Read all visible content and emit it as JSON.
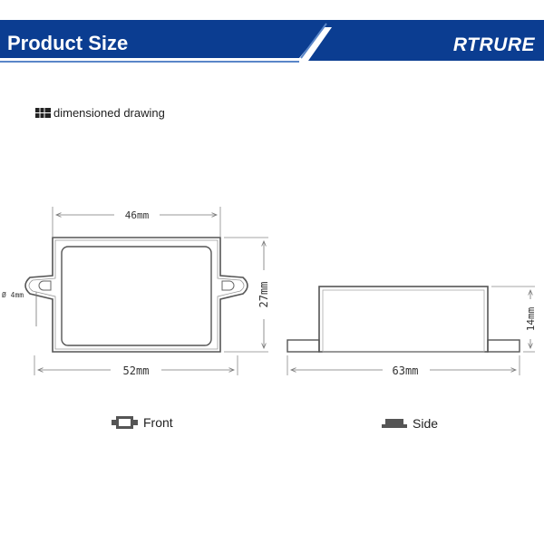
{
  "header": {
    "title": "Product Size",
    "brand": "RTRURE",
    "primary_color": "#0b3d91",
    "accent_color": "#5a86c8"
  },
  "section": {
    "label": "dimensioned drawing",
    "icon": "grid-icon"
  },
  "dimensions": {
    "front_inner_width": "46mm",
    "front_total_width": "52mm",
    "front_height": "27mm",
    "hole_diameter": "Ø 4mm",
    "side_total_width": "63mm",
    "side_height": "14mm"
  },
  "views": {
    "front_label": "Front",
    "front_icon": "front-box-icon",
    "side_label": "Side",
    "side_icon": "side-box-icon"
  }
}
